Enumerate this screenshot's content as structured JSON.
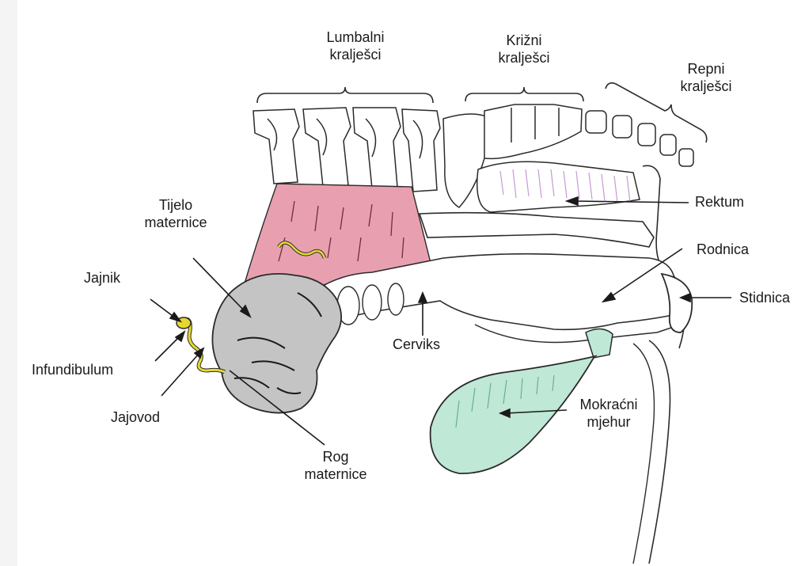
{
  "labels": {
    "lumbalni": [
      "Lumbalni",
      "kralješci"
    ],
    "krizni": [
      "Križni",
      "kralješci"
    ],
    "repni": [
      "Repni",
      "kralješci"
    ],
    "rektum": "Rektum",
    "rodnica": "Rodnica",
    "stidnica": "Stidnica",
    "tijelo": [
      "Tijelo",
      "maternice"
    ],
    "jajnik": "Jajnik",
    "infundibulum": "Infundibulum",
    "jajovod": "Jajovod",
    "cerviks": "Cerviks",
    "mokracni": [
      "Mokraćni",
      "mjehur"
    ],
    "rog": [
      "Rog",
      "maternice"
    ]
  },
  "colors": {
    "outline": "#2b2b2b",
    "broad_ligament": "#e8a0b0",
    "uterus_horn": "#c4c4c4",
    "ovary": "#e6d830",
    "bladder": "#bfe8d6",
    "rectum_shading": "#c79ad6"
  }
}
